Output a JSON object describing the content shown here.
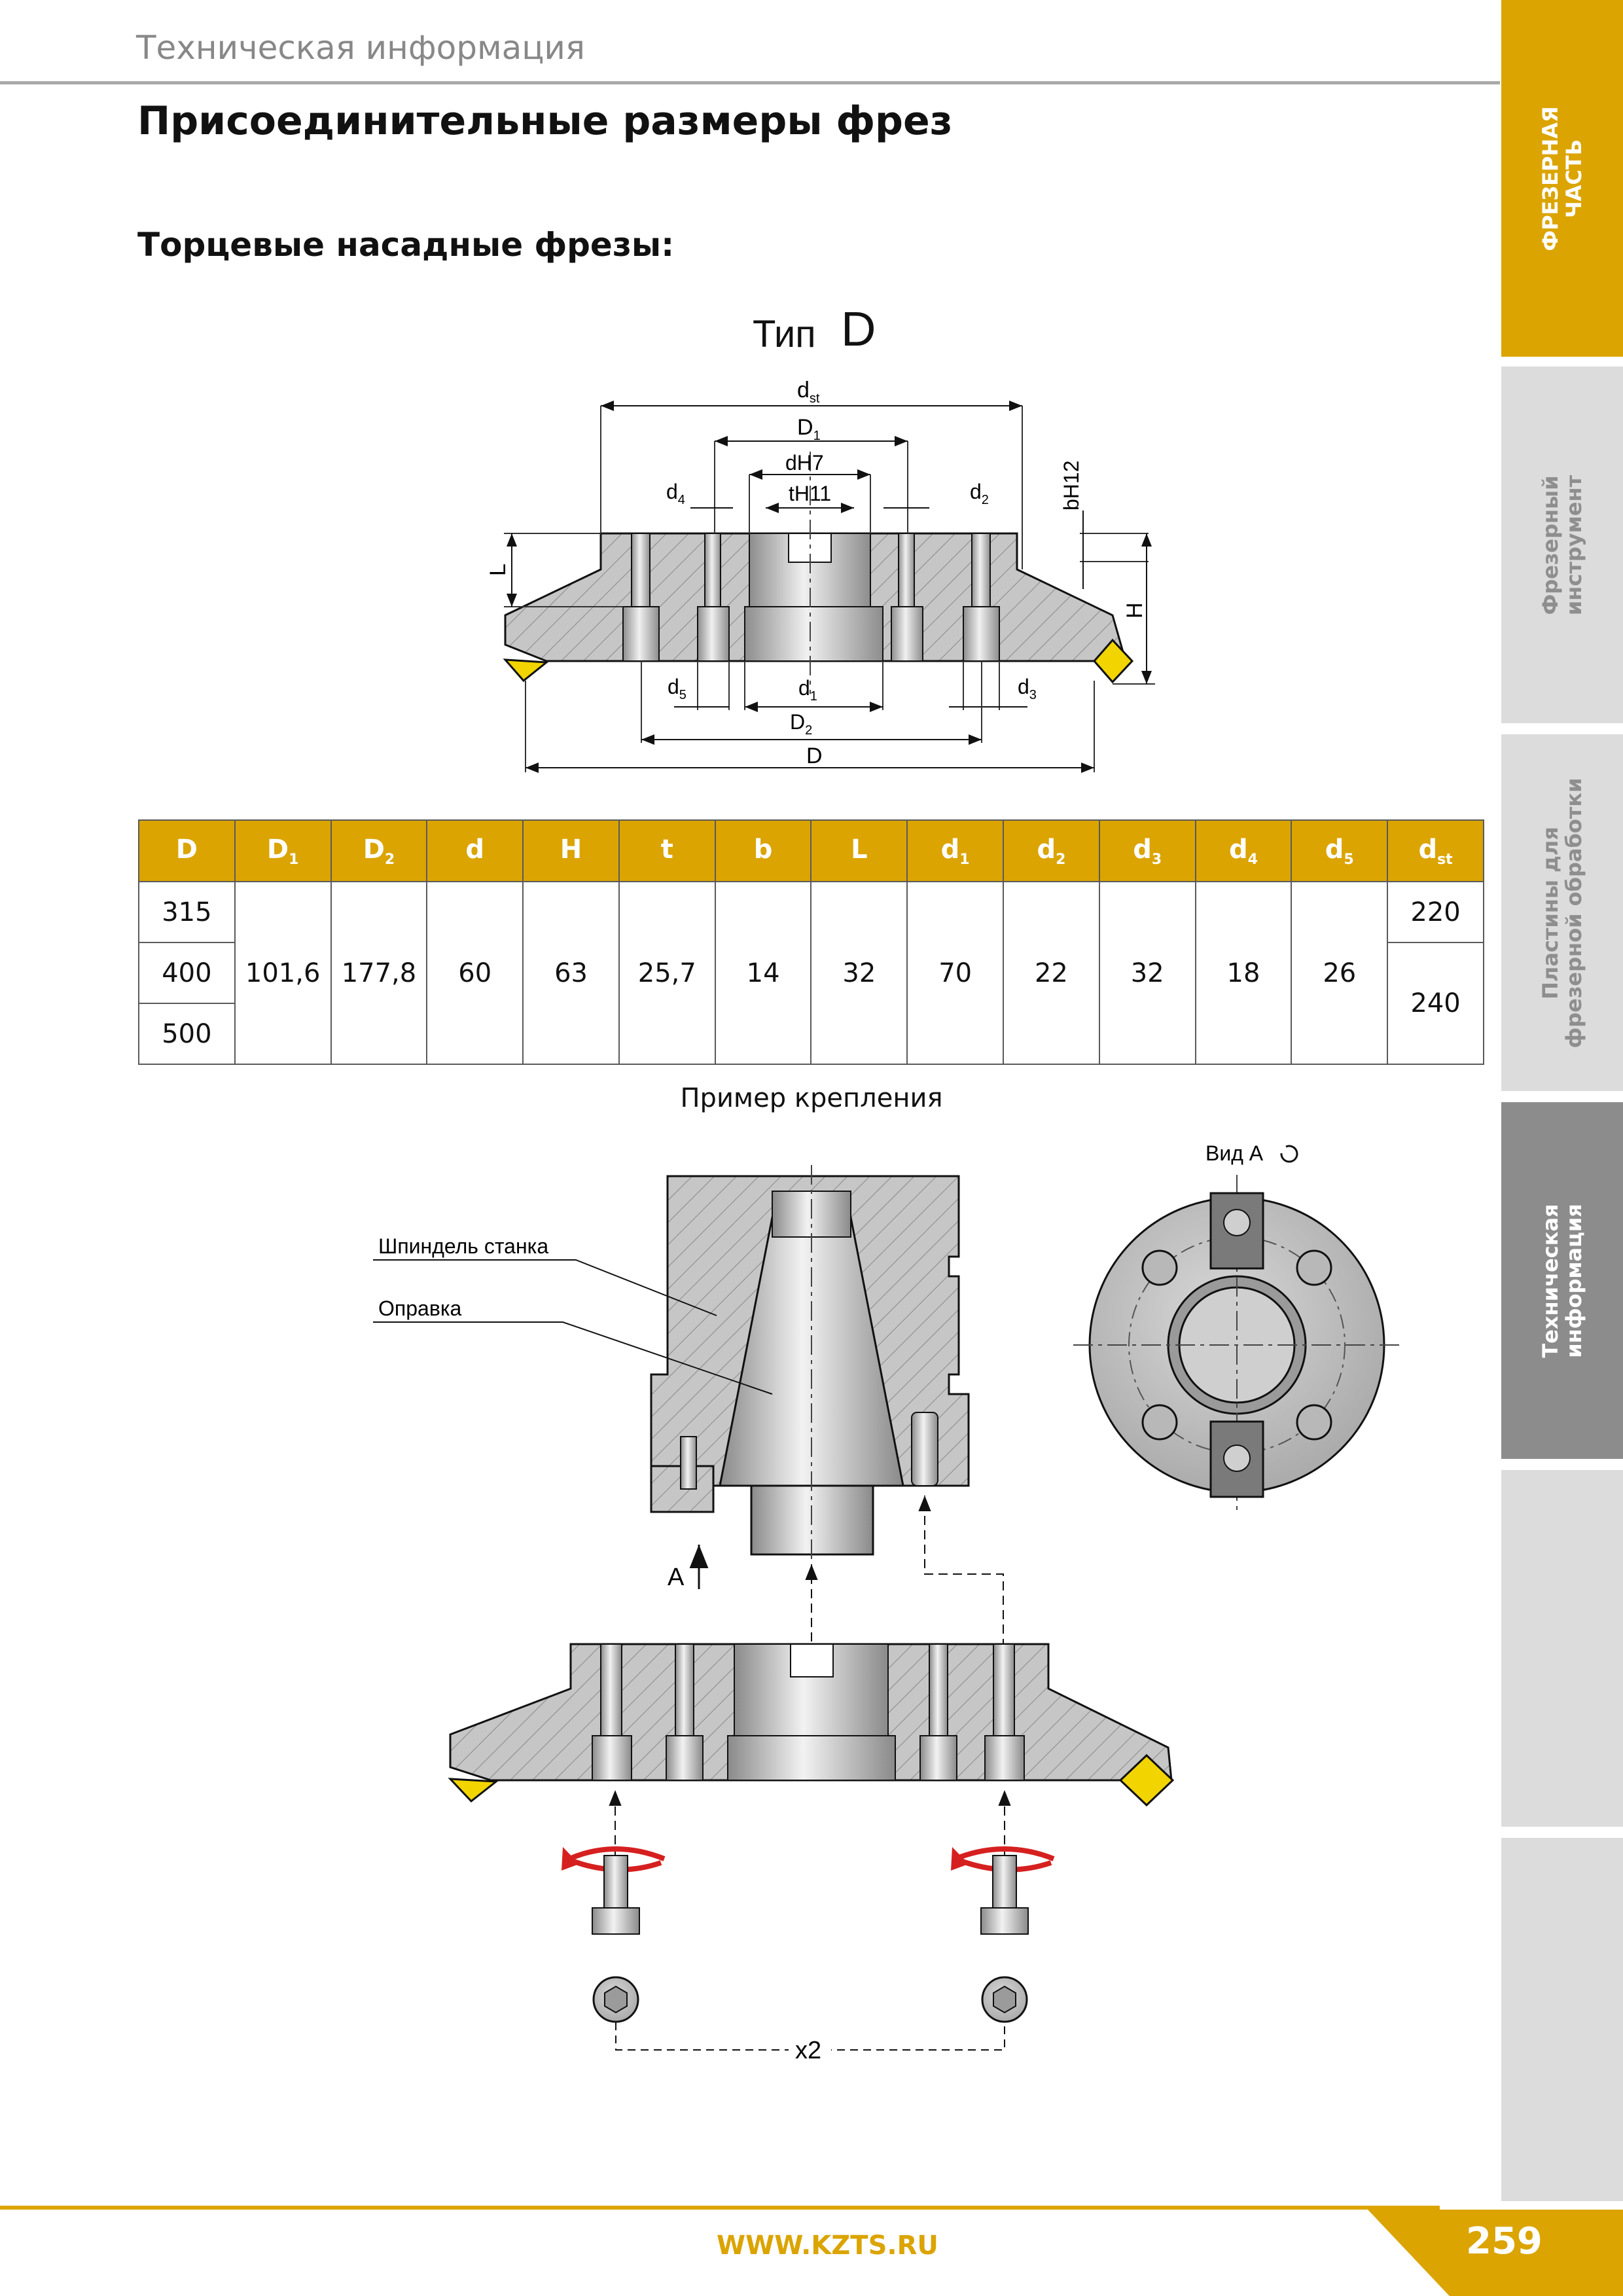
{
  "header": {
    "section": "Техническая информация"
  },
  "title": "Присоединительные размеры фрез",
  "subtitle": "Торцевые насадные фрезы:",
  "side_tabs": [
    {
      "label": "ФРЕЗЕРНАЯ\nЧАСТЬ",
      "state": "active-yellow"
    },
    {
      "label": "Фрезерный\nинструмент",
      "state": "inactive"
    },
    {
      "label": "Пластины для\nфрезерной обработки",
      "state": "inactive"
    },
    {
      "label": "Техническая\nинформация",
      "state": "active-gray"
    },
    {
      "label": "",
      "state": "inactive"
    },
    {
      "label": "",
      "state": "inactive"
    }
  ],
  "drawing1": {
    "type_label": "Тип",
    "type_letter": "D",
    "dims": {
      "dst": "d",
      "dst_sub": "st",
      "D1": "D",
      "D1_sub": "1",
      "dH7": "dH7",
      "tH11": "tH11",
      "d4": "d",
      "d4_sub": "4",
      "d2": "d",
      "d2_sub": "2",
      "bH12": "bH12",
      "L": "L",
      "H": "H",
      "d5": "d",
      "d5_sub": "5",
      "d1": "d",
      "d1_sub": "1",
      "d3": "d",
      "d3_sub": "3",
      "D2": "D",
      "D2_sub": "2",
      "D": "D"
    }
  },
  "table": {
    "headers": [
      {
        "main": "D",
        "sub": ""
      },
      {
        "main": "D",
        "sub": "1"
      },
      {
        "main": "D",
        "sub": "2"
      },
      {
        "main": "d",
        "sub": ""
      },
      {
        "main": "H",
        "sub": ""
      },
      {
        "main": "t",
        "sub": ""
      },
      {
        "main": "b",
        "sub": ""
      },
      {
        "main": "L",
        "sub": ""
      },
      {
        "main": "d",
        "sub": "1"
      },
      {
        "main": "d",
        "sub": "2"
      },
      {
        "main": "d",
        "sub": "3"
      },
      {
        "main": "d",
        "sub": "4"
      },
      {
        "main": "d",
        "sub": "5"
      },
      {
        "main": "d",
        "sub": "st"
      }
    ],
    "D_values": [
      "315",
      "400",
      "500"
    ],
    "shared": [
      "101,6",
      "177,8",
      "60",
      "63",
      "25,7",
      "14",
      "32",
      "70",
      "22",
      "32",
      "18",
      "26"
    ],
    "dst_values": [
      "220",
      "240"
    ]
  },
  "mounting": {
    "caption": "Пример крепления",
    "label_spindle": "Шпиндель станка",
    "label_arbor": "Оправка",
    "view_label": "Вид А",
    "arrow_label": "A",
    "count_label": "x2"
  },
  "footer": {
    "url": "WWW.KZTS.RU",
    "page": "259"
  },
  "colors": {
    "accent": "#dba400",
    "part": "#c4c4c4",
    "insert": "#f2d400"
  }
}
